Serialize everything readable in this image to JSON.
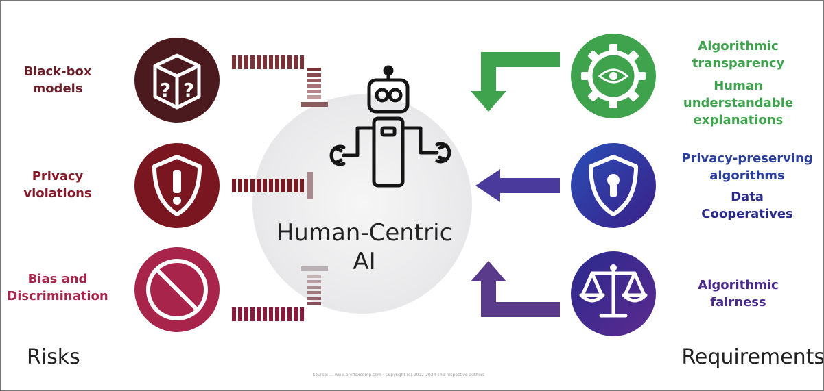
{
  "center": {
    "title_lines": [
      "Human-Centric",
      "AI"
    ],
    "icon": "robot-icon"
  },
  "risks": {
    "caption": "Risks",
    "items": [
      {
        "lines": [
          "Black-box",
          "models"
        ],
        "icon": "mystery-box-icon",
        "color": "#4a1a1e"
      },
      {
        "lines": [
          "Privacy",
          "violations"
        ],
        "icon": "shield-warning-icon",
        "color": "#7a1620"
      },
      {
        "lines": [
          "Bias and",
          "Discrimination"
        ],
        "icon": "prohibited-icon",
        "color": "#a8244a"
      }
    ]
  },
  "requirements": {
    "caption": "Requirements",
    "items": [
      {
        "lines": [
          "Algorithmic",
          "transparency"
        ],
        "extra_lines": [
          "Human",
          "understandable",
          "explanations"
        ],
        "icon": "gear-eye-icon",
        "color": "#3fa34d"
      },
      {
        "lines": [
          "Privacy-preserving",
          "algorithms"
        ],
        "extra_lines": [
          "Data",
          "Cooperatives"
        ],
        "icon": "shield-lock-icon",
        "color": "#2b3f9e"
      },
      {
        "lines": [
          "Algorithmic",
          "fairness"
        ],
        "extra_lines": [],
        "icon": "balance-scale-icon",
        "color": "#4a2a8c"
      }
    ]
  },
  "colors": {
    "center_circle": "#eeeeef",
    "risk_text": "#6b1f28",
    "green": "#3fa34d",
    "blue": "#2b3f9e",
    "purple": "#4a2a8c"
  },
  "footer": {
    "copyright": "Source: ... www.preflexcomp.com · Copyright (c) 2012-2024 The respective authors"
  }
}
